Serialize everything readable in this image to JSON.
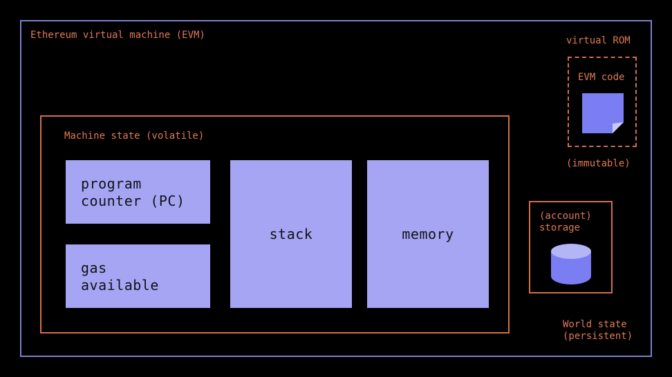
{
  "evm": {
    "title": "Ethereum virtual machine (EVM)"
  },
  "machine_state": {
    "title": "Machine state (volatile)",
    "program_counter": "program\ncounter (PC)",
    "gas": "gas\navailable",
    "stack": "stack",
    "memory": "memory"
  },
  "virtual_rom": {
    "title": "virtual ROM",
    "code": "EVM code",
    "note": "(immutable)"
  },
  "storage": {
    "label": "(account)\nstorage"
  },
  "world_state": {
    "label": "World state\n(persistent)"
  },
  "colors": {
    "evm_border": "#7e81c8",
    "accent_orange": "#d56f4b",
    "block_fill": "#a5a5f3",
    "icon_fill": "#7b7df2"
  }
}
